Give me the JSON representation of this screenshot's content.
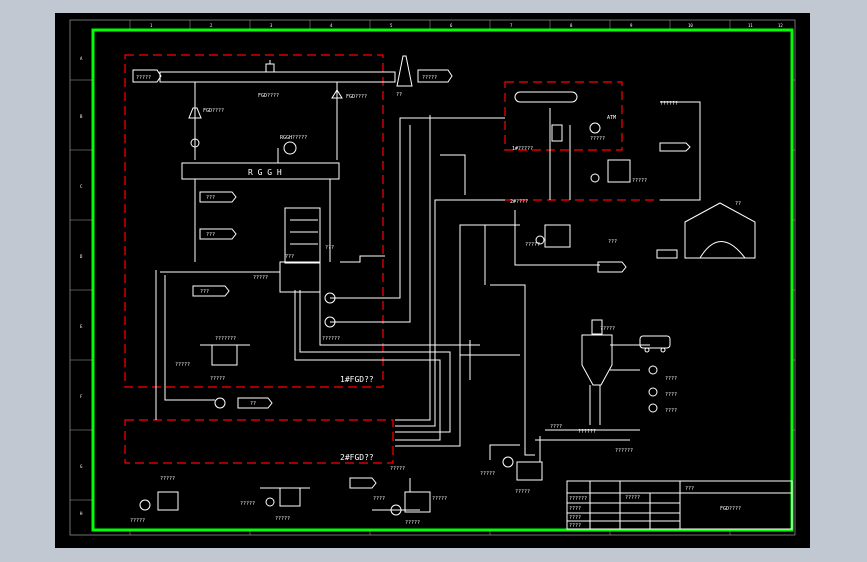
{
  "colors": {
    "background": "#c2c8d2",
    "sheet": "#000000",
    "frame_border": "#00ff00",
    "line": "#ffffff",
    "fgd_boundary": "#ff0000"
  },
  "labels": {
    "inlet_flue_gas": "?????",
    "outlet_flue_gas": "?????",
    "chimney": "??",
    "fgd_bypass": "FGD????",
    "fgd_inlet": "FGD????",
    "fgd_outlet_damper": "FGD????",
    "rggh_blower": "RGGH?????",
    "rggh": "R G G H",
    "input_1": "???",
    "input_2": "???",
    "input_3": "???",
    "input_4": "??",
    "absorber": "?????",
    "mist": "???",
    "circ_pump": "??????",
    "ox_air": "???",
    "unit1": "1#FGD??",
    "unit2": "2#FGD??",
    "limestone_tank": "???????",
    "limestone_pump": "?????",
    "slurry_pump": "?????",
    "gypsum_cyclone": "2#????",
    "vacuum_belt": "1#?????",
    "atm": "ATM",
    "gypsum_store": "??",
    "filtrate_tank": "?????",
    "filtrate_pump": "?????",
    "waste_water": "??????",
    "hopper_top": "?????",
    "truck": "???",
    "silo_label": "????",
    "feed_a": "????",
    "feed_b": "????",
    "mill_label": "????",
    "bottom_tank1": "?????",
    "bottom_tank2": "?????",
    "bottom_tank3": "?????",
    "bottom_tank4": "?????",
    "bottom_tank5": "?????",
    "chem_label": "??????",
    "clean_label": "??????",
    "pump_a": "?????",
    "pump_b": "?????",
    "pump_c": "?????",
    "water_label": "????",
    "supply_label": "?????",
    "drain_label": "?????"
  },
  "title_block": {
    "header": "???",
    "sub": "?????",
    "title": "FGD????",
    "rows": [
      "??????",
      "????",
      "????",
      "????"
    ]
  },
  "ruler_top": [
    "1",
    "2",
    "3",
    "4",
    "5",
    "6",
    "7",
    "8",
    "9",
    "10",
    "11",
    "12"
  ],
  "ruler_side": [
    "A",
    "B",
    "C",
    "D",
    "E",
    "F",
    "G",
    "H"
  ]
}
